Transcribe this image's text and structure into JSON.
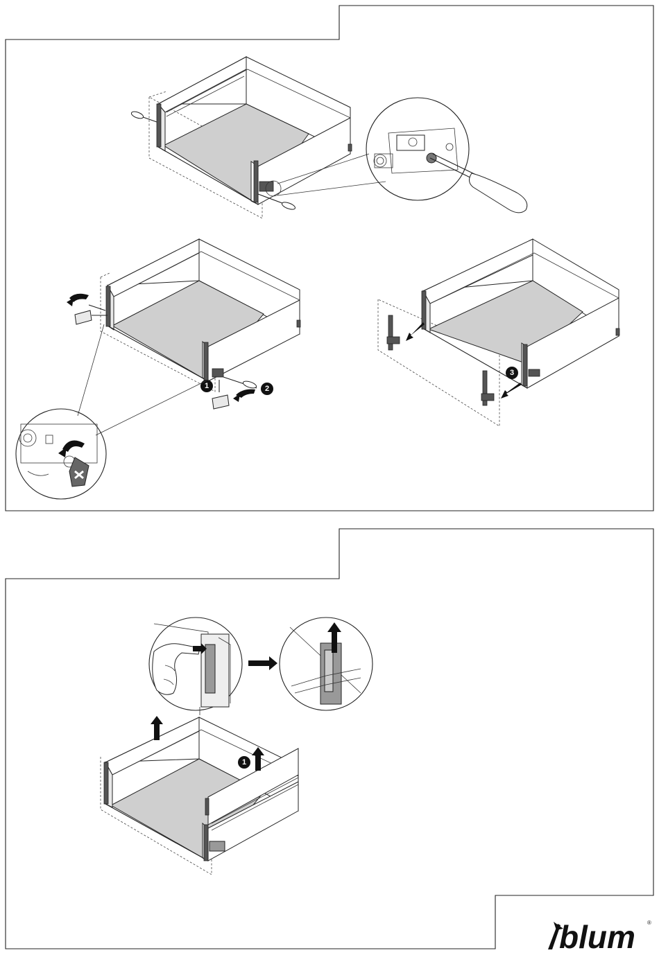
{
  "panels": [
    {
      "steps": [
        {
          "label": "removal-tilt-front-out",
          "badges": []
        },
        {
          "label": "release-lever",
          "badges": [
            "1",
            "2"
          ]
        },
        {
          "label": "pull-front-away",
          "badges": [
            "3"
          ]
        }
      ]
    },
    {
      "steps": [
        {
          "label": "unclip-gallery",
          "badges": [
            "1"
          ]
        }
      ]
    }
  ],
  "logo": {
    "brand": "blum",
    "mark": "®"
  },
  "colors": {
    "line": "#222222",
    "floor": "#cfcfcf",
    "badge": "#111111"
  }
}
